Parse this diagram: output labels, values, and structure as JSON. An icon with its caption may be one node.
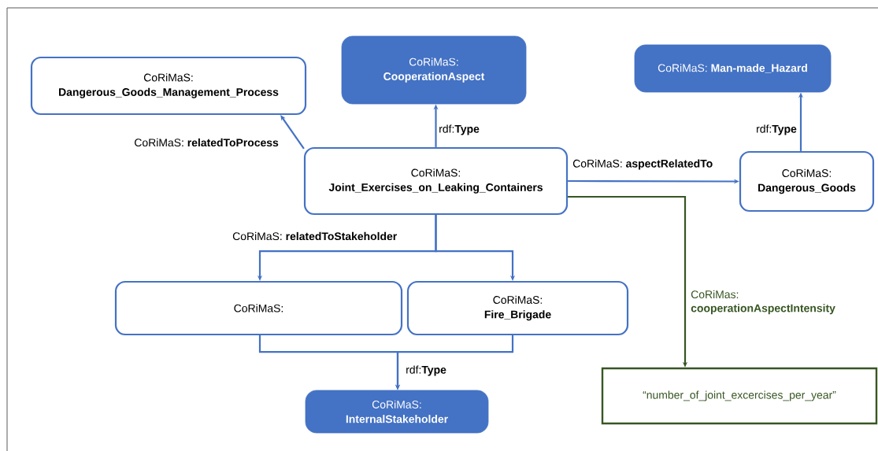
{
  "diagram": {
    "nodes": [
      {
        "text": [
          "CoRiMaS:",
          "Dangerous_Goods_Management_Process"
        ]
      },
      {
        "text": [
          "CoRiMaS:",
          "CooperationAspect"
        ]
      },
      {
        "text": [
          "CoRiMaS: **Man-made_Hazard**"
        ]
      },
      {
        "text": [
          "CoRiMaS:",
          "Joint_Exercises_on_Leaking_Containers"
        ]
      },
      {
        "text": [
          "CoRiMaS:",
          "Dangerous_Goods"
        ]
      },
      {
        "text": [
          "CoRiMaS:"
        ]
      },
      {
        "text": [
          "CoRiMaS:",
          "Fire_Brigade"
        ]
      },
      {
        "text": [
          "CoRiMaS:",
          "InternalStakeholder"
        ]
      },
      {
        "text": [
          "“number_of_joint_excercises_per_year”"
        ]
      }
    ],
    "edges": [
      {
        "from": 3,
        "to": 0,
        "arrow": "to",
        "label": "CoRiMaS: **relatedToProcess**"
      },
      {
        "from": 3,
        "to": 1,
        "arrow": "to",
        "label": "rdf:**Type**"
      },
      {
        "from": 4,
        "to": 2,
        "arrow": "to",
        "label": "rdf:**Type**"
      },
      {
        "from": 3,
        "to": 4,
        "arrow": "to",
        "label": "CoRiMaS: **aspectRelatedTo**"
      },
      {
        "from": 3,
        "to": 5,
        "arrow": "to",
        "label": "CoRiMaS: **relatedToStakeholder**"
      },
      {
        "from": 3,
        "to": 6,
        "arrow": "to"
      },
      {
        "from": 5,
        "to": 7,
        "arrow": "to",
        "label": "rdf:**Type**"
      },
      {
        "from": 6,
        "to": 7,
        "arrow": "to"
      },
      {
        "from": 3,
        "to": 8,
        "arrow": "to",
        "label": "CoRiMas: **cooperationAspectIntensity**",
        "color": "#375623"
      }
    ]
  }
}
